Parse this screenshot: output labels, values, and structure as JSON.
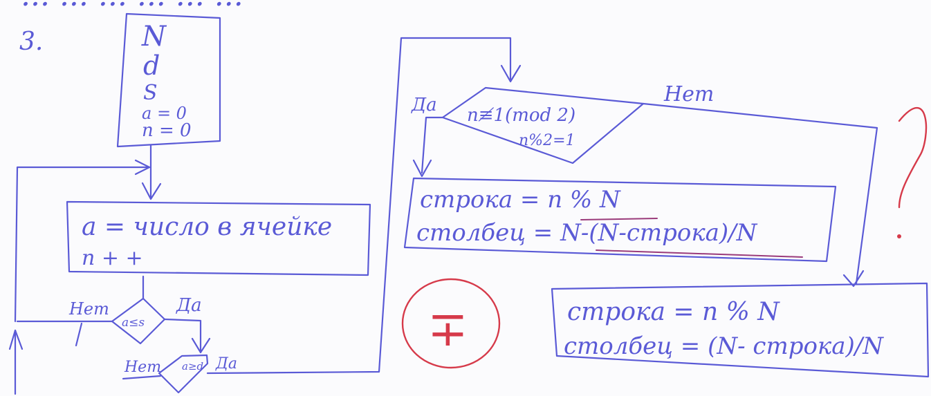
{
  "colors": {
    "ink": "#5a5ad6",
    "mark": "#d63a4a",
    "underline": "#9a3a7a"
  },
  "header_scribble": "... ... ... ... ... ...",
  "problem_number": "3.",
  "start_block": {
    "line1": "N",
    "line2": "d",
    "line3": "S",
    "line4": "a = 0",
    "line5": "n = 0"
  },
  "process_block": {
    "line1": "a = число в ячейке",
    "line2": "n + +"
  },
  "decision_1": {
    "text": "a≤s",
    "no_label": "Нет",
    "yes_label": "Да"
  },
  "decision_2": {
    "text": "a≥d",
    "no_label": "Нет",
    "yes_label": "Да"
  },
  "decision_3": {
    "text": "n≢1(mod 2)",
    "subtext": "n%2=1",
    "yes_label": "Да",
    "no_label": "Нет"
  },
  "block_yes": {
    "line1": "строка = n % N",
    "line2": "столбец = N-(N-строка)/N"
  },
  "block_no": {
    "line1": "строка = n % N",
    "line2": "столбец = (N- строка)/N"
  },
  "grade_mark": "∓",
  "question_mark": "?"
}
